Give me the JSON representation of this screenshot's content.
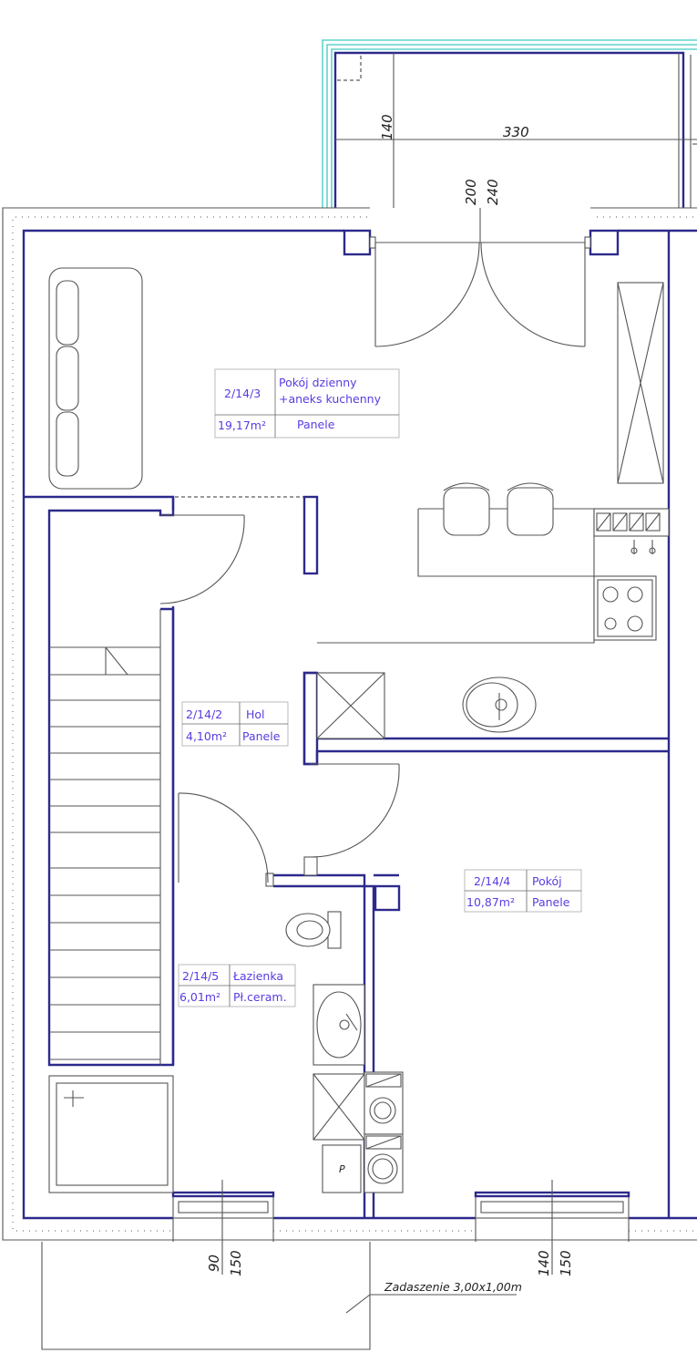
{
  "rooms": [
    {
      "number": "2/14/3",
      "name_line1": "Pokój dzienny",
      "name_line2": "+aneks kuchenny",
      "area": "19,17m²",
      "floor": "Panele"
    },
    {
      "number": "2/14/2",
      "name": "Hol",
      "area": "4,10m²",
      "floor": "Panele"
    },
    {
      "number": "2/14/4",
      "name": "Pokój",
      "area": "10,87m²",
      "floor": "Panele"
    },
    {
      "number": "2/14/5",
      "name": "Łazienka",
      "area": "6,01m²",
      "floor": "Pł.ceram."
    }
  ],
  "dimensions": {
    "balcony_depth": "140",
    "balcony_width": "330",
    "door_height": "200",
    "door_top": "240",
    "window_left_sill": "90",
    "window_left_top": "150",
    "window_right_sill": "140",
    "window_right_top": "150"
  },
  "canopy_note": "Zadaszenie 3,00x1,00m",
  "appliance_label": "P",
  "colors": {
    "walls": "#2d2a8c",
    "labels": "#5b3be0",
    "balcony_railing": "#3ec9c0"
  }
}
